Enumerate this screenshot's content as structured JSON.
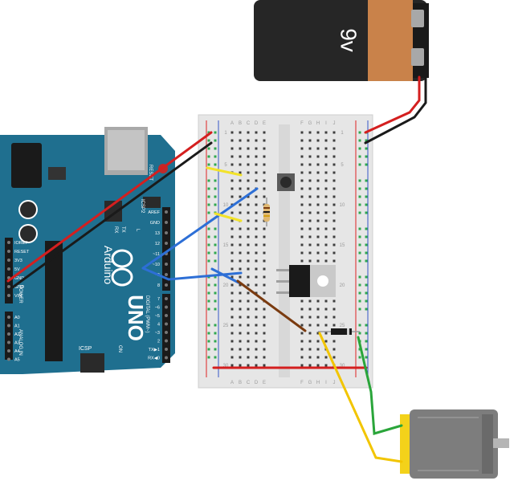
{
  "battery": {
    "label": "9v",
    "colors": {
      "body": "#262626",
      "label": "#c9824a"
    }
  },
  "arduino": {
    "brand": "Arduino",
    "model": "UNO",
    "reset_label": "RESET",
    "icsp_label": "ICSP",
    "icsp2_label": "ICSP2",
    "tx_label": "TX",
    "rx_label": "RX",
    "l_label": "L",
    "on_label": "ON",
    "power_label": "POWER",
    "analog_label": "ANALOG IN",
    "digital_label": "DIGITAL (PWM~)",
    "power_pins": [
      "IOREF",
      "RESET",
      "3V3",
      "5V",
      "GND",
      "GND",
      "VIN"
    ],
    "analog_pins": [
      "A0",
      "A1",
      "A2",
      "A3",
      "A4",
      "A5"
    ],
    "digital_pins_top": [
      "AREF",
      "GND",
      "13",
      "12",
      "~11",
      "~10",
      "~9",
      "8"
    ],
    "digital_pins_bottom": [
      "7",
      "~6",
      "~5",
      "4",
      "~3",
      "2",
      "TX▶1",
      "RX◀0"
    ],
    "colors": {
      "board": "#1f6f8f",
      "text": "#ffffff"
    }
  },
  "breadboard": {
    "col_letters": [
      "A",
      "B",
      "C",
      "D",
      "E",
      "F",
      "G",
      "H",
      "I",
      "J"
    ],
    "row_numbers": [
      "1",
      "5",
      "10",
      "15",
      "20",
      "25",
      "30"
    ],
    "colors": {
      "body": "#e6e6e6",
      "hole": "#3d3d3d",
      "connected_hole": "#2fa84f",
      "rail_red": "#d22",
      "rail_blue": "#3557c8"
    }
  },
  "wires": [
    {
      "name": "5V to rail",
      "color": "#d41f1f"
    },
    {
      "name": "GND to rail",
      "color": "#1a1a1a"
    },
    {
      "name": "pin 12 to button",
      "color": "#2d6fd6"
    },
    {
      "name": "pin 9 to transistor base",
      "color": "#2d6fd6"
    },
    {
      "name": "battery positive",
      "color": "#d41f1f"
    },
    {
      "name": "battery negative",
      "color": "#1a1a1a"
    },
    {
      "name": "jumper",
      "color": "#f2e22a"
    },
    {
      "name": "transistor to diode",
      "color": "#7a3b10"
    },
    {
      "name": "motor lead",
      "color": "#f2c500"
    },
    {
      "name": "motor lead",
      "color": "#2aa53a"
    }
  ],
  "components": [
    "pushbutton",
    "resistor",
    "transistor",
    "diode",
    "dc-motor"
  ]
}
